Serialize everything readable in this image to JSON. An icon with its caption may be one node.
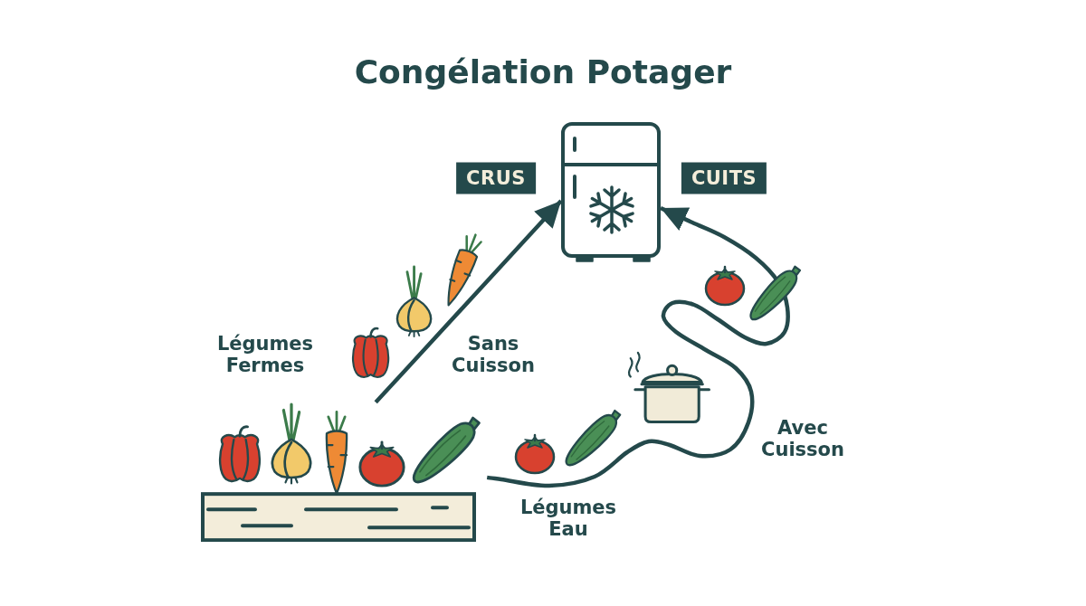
{
  "diagram": {
    "title": "Congélation Potager",
    "nodes": [
      {
        "text": [
          "CRUS"
        ]
      },
      {
        "text": [],
        "shape": "picture"
      },
      {
        "text": [
          "CUITS"
        ]
      },
      {
        "text": [],
        "shape": "picture"
      }
    ],
    "edges": [
      {
        "from": 3,
        "to": 1,
        "arrow": "to",
        "label": "Sans Cuisson"
      },
      {
        "from": 3,
        "to": 1,
        "arrow": "to",
        "label": "Avec Cuisson"
      }
    ],
    "labels": [
      "Légumes Fermes",
      "Légumes Eau"
    ]
  }
}
